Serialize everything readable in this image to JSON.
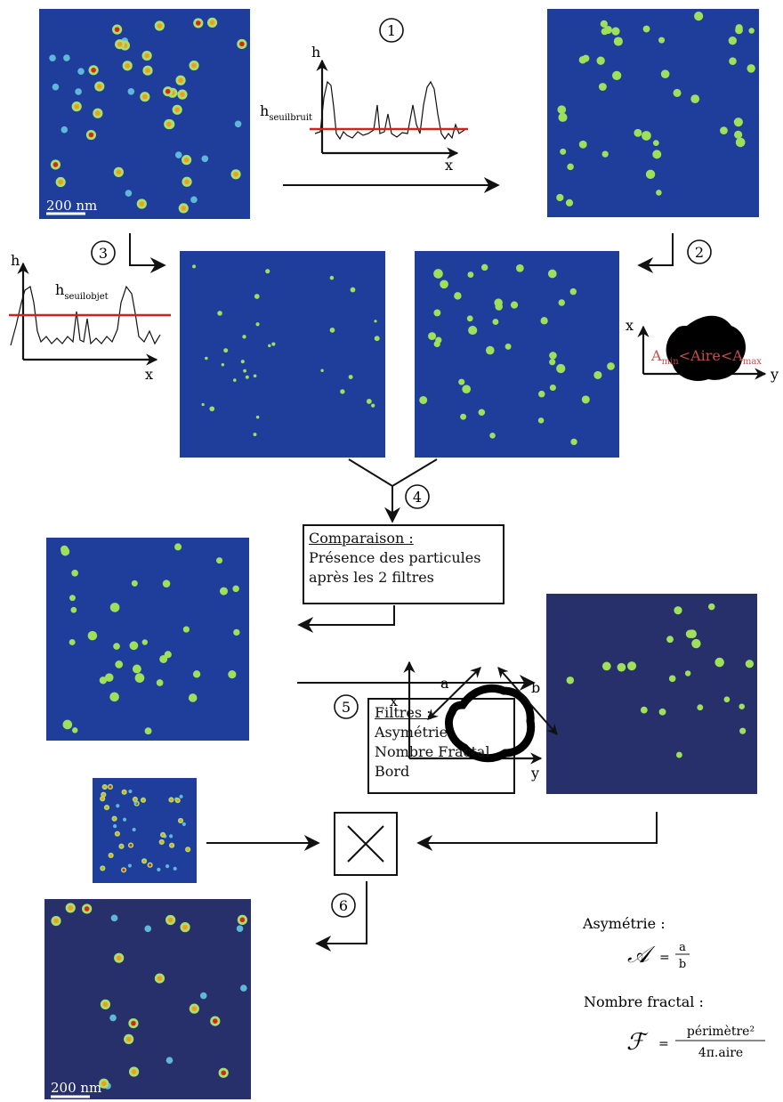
{
  "scale_bar_top": "200 nm",
  "scale_bar_bottom": "200 nm",
  "steps": [
    "1",
    "2",
    "3",
    "4",
    "5",
    "6"
  ],
  "profile_noise": {
    "h": "h",
    "x": "x",
    "threshold_base": "h",
    "threshold_sub": "seuilbruit"
  },
  "profile_object": {
    "h": "h",
    "x": "x",
    "threshold_base": "h",
    "threshold_sub": "seuilobjet"
  },
  "area_schematic": {
    "x": "x",
    "y": "y",
    "a_min_base": "A",
    "a_min_sub": "min",
    "aire": "<Aire<",
    "a_max_base": "A",
    "a_max_sub": "max"
  },
  "comparison_box": {
    "title": "Comparaison :",
    "line1": "Présence des particules",
    "line2": "après les 2 filtres"
  },
  "filters_box": {
    "title": "Filtres :",
    "items": [
      "Asymétrie",
      "Nombre Fractal",
      "Bord"
    ]
  },
  "shape_schematic": {
    "x": "x",
    "y": "y",
    "a": "a",
    "b": "b"
  },
  "asymmetry": {
    "label": "Asymétrie :",
    "symbol": "𝒜",
    "eq": "=",
    "num": "a",
    "den": "b"
  },
  "fractal": {
    "label": "Nombre fractal :",
    "symbol": "ℱ",
    "eq": "=",
    "num": "périmètre²",
    "den": "4π.aire"
  },
  "colors": {
    "map_blue": "#1f3e9c",
    "map_navy": "#27306b",
    "particle_green": "#9fe05a",
    "threshold_red": "#d42020",
    "area_text": "#c0504d"
  }
}
